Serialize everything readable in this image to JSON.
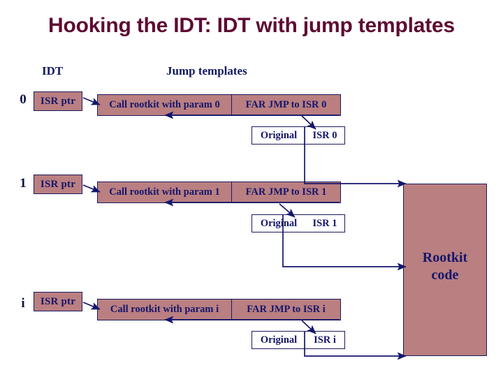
{
  "slide": {
    "title": "Hooking the IDT: IDT with jump templates",
    "title_color": "#5e0b33",
    "ink_color": "#14166b",
    "fill_color": "#ba7f81",
    "background": "#ffffff"
  },
  "headers": {
    "left": "IDT",
    "right": "Jump templates"
  },
  "rows": [
    {
      "index": "0",
      "isr_ptr": "ISR ptr",
      "call_label": "Call rootkit with param 0",
      "jmp_label": "FAR JMP to ISR 0",
      "original_a": "Original",
      "original_b": "ISR 0"
    },
    {
      "index": "1",
      "isr_ptr": "ISR ptr",
      "call_label": "Call rootkit with param 1",
      "jmp_label": "FAR JMP to ISR 1",
      "original_a": "Original",
      "original_b": "ISR 1"
    },
    {
      "index": "i",
      "isr_ptr": "ISR ptr",
      "call_label": "Call rootkit with param i",
      "jmp_label": "FAR JMP to ISR i",
      "original_a": "Original",
      "original_b": "ISR i"
    }
  ],
  "rootkit": {
    "line1": "Rootkit",
    "line2": "code"
  }
}
